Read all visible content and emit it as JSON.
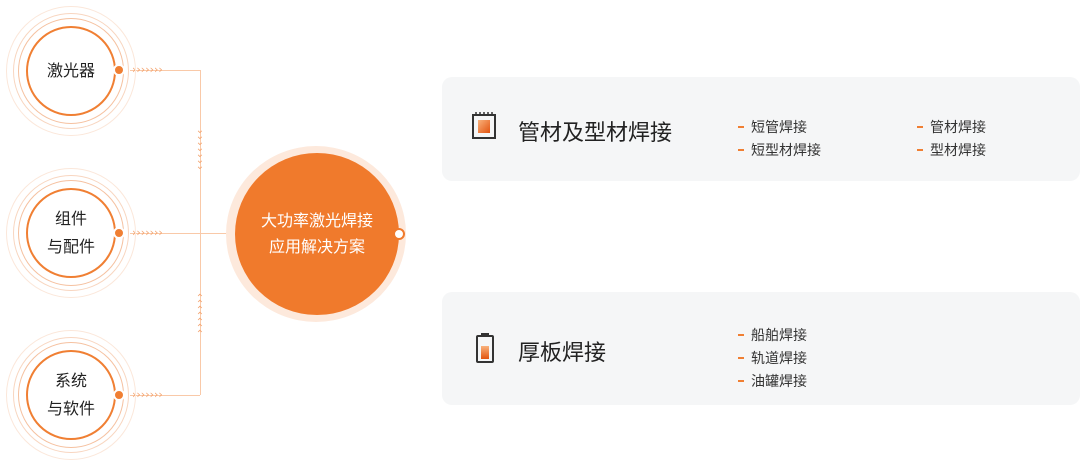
{
  "inputs": [
    {
      "lines": [
        "激光器"
      ]
    },
    {
      "lines": [
        "组件",
        "与配件"
      ]
    },
    {
      "lines": [
        "系统",
        "与软件"
      ]
    }
  ],
  "center": {
    "lines": [
      "大功率激光焊接",
      "应用解决方案"
    ]
  },
  "panels": [
    {
      "icon": "tube-icon",
      "title": "管材及型材焊接",
      "items": [
        "短管焊接",
        "短型材焊接",
        "管材焊接",
        "型材焊接"
      ]
    },
    {
      "icon": "battery-icon",
      "title": "厚板焊接",
      "items": [
        "船舶焊接",
        "轨道焊接",
        "油罐焊接"
      ]
    }
  ],
  "colors": {
    "accent": "#f07a2c",
    "panel_bg": "#f5f6f7",
    "text": "#222222"
  }
}
